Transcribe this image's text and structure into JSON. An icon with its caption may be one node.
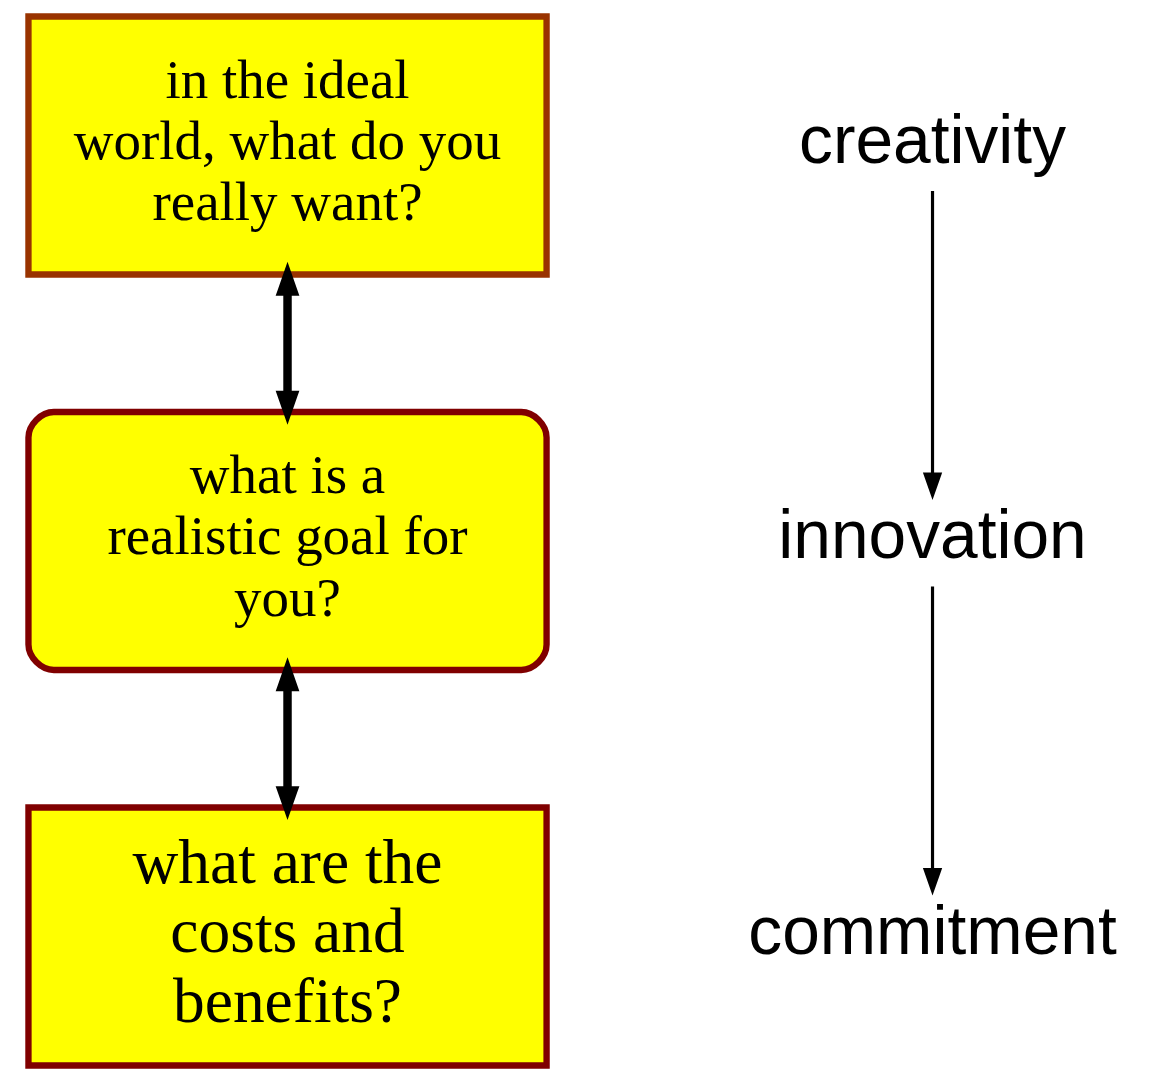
{
  "diagram": {
    "nodes": [
      {
        "text": [
          "in the ideal world, what do you really want?"
        ]
      },
      {
        "text": [
          "what is a realistic goal for you?"
        ]
      },
      {
        "text": [
          "what are the costs and benefits?"
        ]
      },
      {
        "text": [
          "creativity"
        ]
      },
      {
        "text": [
          "innovation"
        ]
      },
      {
        "text": [
          "commitment"
        ]
      }
    ],
    "edges": [
      {
        "from": 0,
        "to": 1,
        "arrow": "both",
        "style": "thick"
      },
      {
        "from": 1,
        "to": 2,
        "arrow": "both",
        "style": "thick"
      },
      {
        "from": 3,
        "to": 4,
        "arrow": "to"
      },
      {
        "from": 4,
        "to": 5,
        "arrow": "to"
      }
    ]
  }
}
